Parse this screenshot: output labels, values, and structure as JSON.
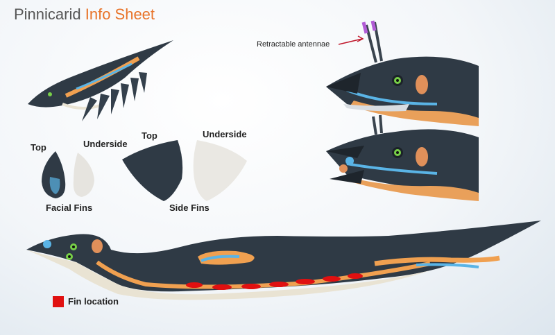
{
  "title": {
    "main": "Pinnicarid",
    "accent": "Info Sheet"
  },
  "labels": {
    "antennae": "Retractable antennae",
    "facial_top": "Top",
    "facial_underside": "Underside",
    "facial_caption": "Facial Fins",
    "side_top": "Top",
    "side_underside": "Underside",
    "side_caption": "Side Fins",
    "legend": "Fin location"
  },
  "colors": {
    "body": "#2f3a45",
    "belly": "#e9e3d3",
    "orange": "#f0a050",
    "blue": "#5ab4e6",
    "fin_marker": "#e01010",
    "accent_text": "#e8742a",
    "eye": "#78d048",
    "antenna_tip": "#b25cd6"
  }
}
